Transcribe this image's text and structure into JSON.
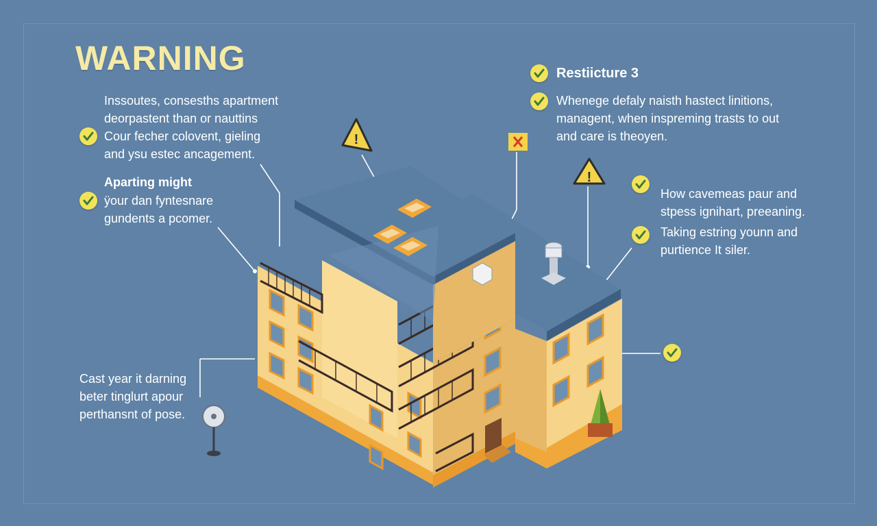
{
  "title": "WARNING",
  "left_block_1": {
    "lines": [
      "Inssoutes, consesths apartment",
      "deorpastent than or nauttins",
      "Cour fecher colovent,  gieling",
      "and ysu estec ancagement."
    ]
  },
  "left_block_2": {
    "heading": "Aparting might",
    "lines": [
      "ÿour dan fyntesnare",
      "gundents a pcomer."
    ]
  },
  "left_block_3": {
    "lines": [
      "Cast year it darning",
      "beter tinglurt apour",
      "perthansnt of pose."
    ]
  },
  "right_block_1": {
    "heading": "Restiicture 3",
    "lines": [
      "Whenege defaly naisth hastect linitions,",
      "managent, when inspreming trasts to out",
      "and care is theoyen."
    ]
  },
  "right_block_2": {
    "lines": [
      "How cavemeas paur and",
      "stpess ignihart, preeaning.",
      "Taking estring younn and",
      "purtience It siler."
    ]
  },
  "colors": {
    "background": "#5f82a6",
    "title": "#f6eaa6",
    "check": "#f2e35a",
    "wall": "#f6d489",
    "wall_shade": "#e6b868",
    "base": "#f0a83a",
    "roof": "#5b7ea3",
    "roof_edge": "#3e5f82"
  },
  "icons": [
    "check-icon",
    "warning-triangle-icon",
    "error-x-icon",
    "fan-icon",
    "tree-icon",
    "vent-icon"
  ]
}
